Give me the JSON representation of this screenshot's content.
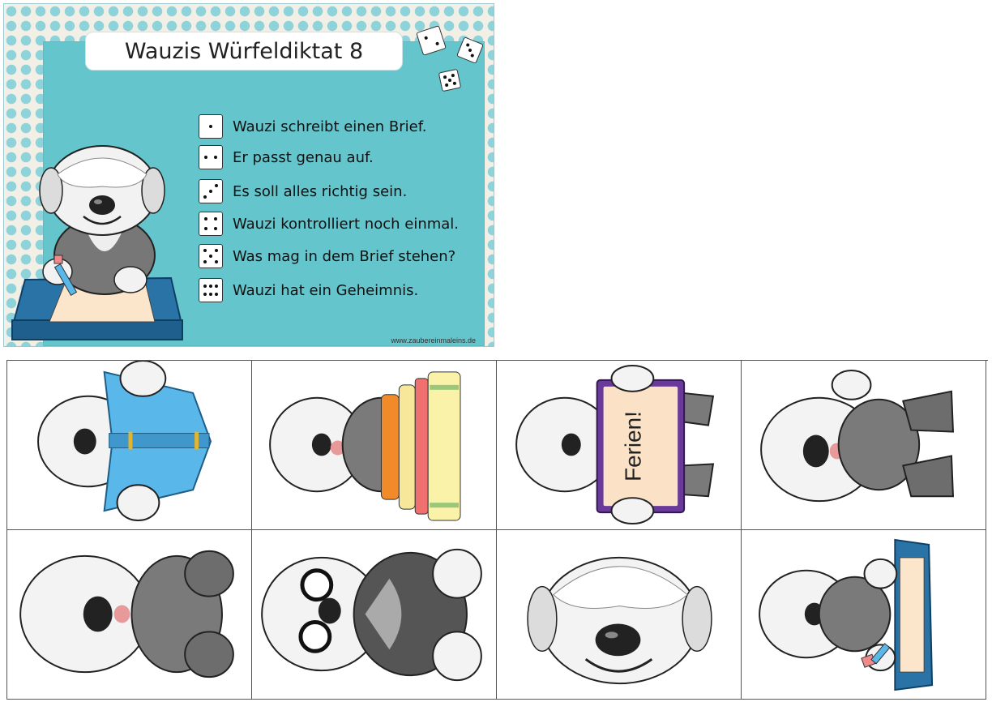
{
  "card": {
    "title": "Wauzis Würfeldiktat 8",
    "credit": "www.zaubereinmaleins.de",
    "sentences": [
      {
        "pips": 1,
        "text": "Wauzi schreibt einen Brief."
      },
      {
        "pips": 2,
        "text": "Er passt genau auf."
      },
      {
        "pips": 3,
        "text": "Es soll alles richtig sein."
      },
      {
        "pips": 4,
        "text": "Wauzi kontrolliert noch einmal."
      },
      {
        "pips": 5,
        "text": "Was mag in dem Brief stehen?"
      },
      {
        "pips": 6,
        "text": "Wauzi hat ein Geheimnis."
      }
    ]
  },
  "tiles": {
    "sign_text": "Ferien!"
  },
  "colors": {
    "polka_bg": "#f1efe6",
    "polka_dot": "#8fd3da",
    "panel": "#64c5cc",
    "desk": "#2a73a6",
    "book_blue": "#5ab7ea",
    "sign_frame": "#6a3a9a",
    "sign_paper": "#fbe2c6"
  }
}
